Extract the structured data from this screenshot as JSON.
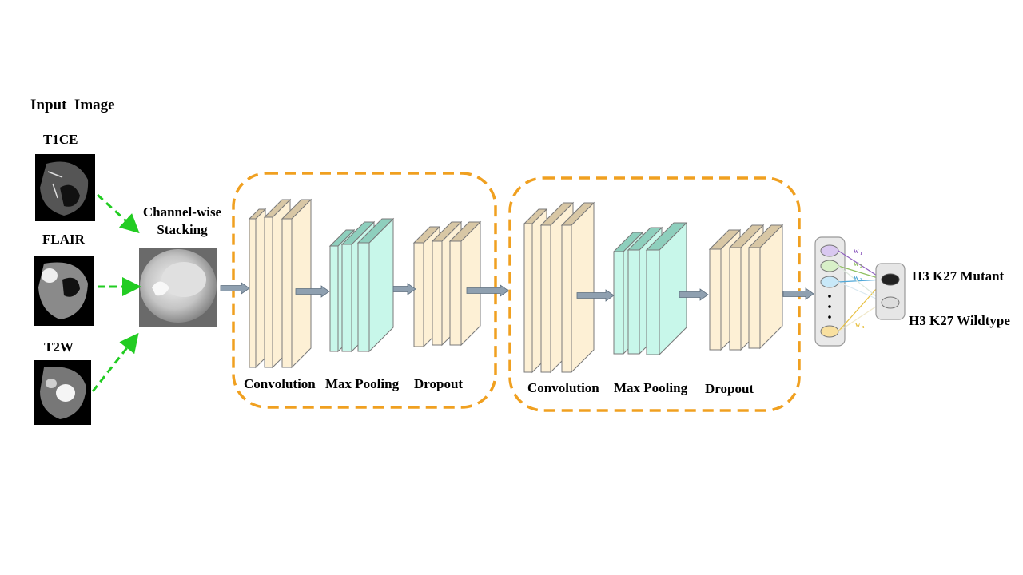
{
  "input": {
    "title": "Input  Image",
    "modalities": [
      {
        "label": "T1CE"
      },
      {
        "label": "FLAIR"
      },
      {
        "label": "T2W"
      }
    ]
  },
  "stacking": {
    "line1": "Channel-wise",
    "line2": "Stacking"
  },
  "block1": {
    "conv": "Convolution",
    "pool": "Max Pooling",
    "drop": "Dropout"
  },
  "block2": {
    "conv": "Convolution",
    "pool": "Max Pooling",
    "drop": "Dropout"
  },
  "fc": {
    "weights": [
      "w1",
      "w2",
      "w3",
      "wn"
    ]
  },
  "outputs": {
    "mutant": "H3 K27 Mutant",
    "wildtype": "H3 K27 Wildtype"
  },
  "colors": {
    "conv_face": "#fdf0d5",
    "conv_top": "#d8c7a5",
    "pool_face": "#c8f7ea",
    "pool_top": "#8ecfbd",
    "block_border": "#f0a020",
    "green_arrow": "#22cc22",
    "gray_arrow": "#8fa0b0"
  }
}
